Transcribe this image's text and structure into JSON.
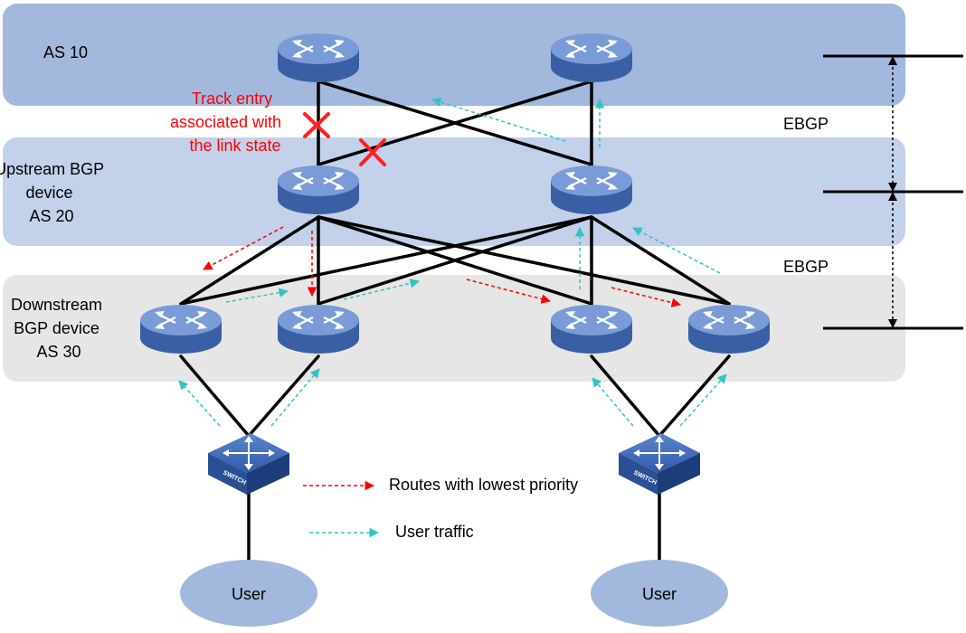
{
  "zones": {
    "as10": "AS 10",
    "upstream": [
      "Upstream BGP",
      "device",
      "AS 20"
    ],
    "downstream": [
      "Downstream",
      "BGP device",
      "AS 30"
    ]
  },
  "track_note": [
    "Track entry",
    "associated with",
    "the link state"
  ],
  "ebgp_top": "EBGP",
  "ebgp_bottom": "EBGP",
  "legend": {
    "routes": "Routes with lowest priority",
    "traffic": "User traffic"
  },
  "switch_label": "SWITCH",
  "users": [
    "User",
    "User"
  ],
  "colors": {
    "as10_band": "#a3b8dd",
    "as20_band": "#c3d1ea",
    "as30_band": "#e6e6e6",
    "router": "#5a7ec0",
    "route_arrow": "#ff0000",
    "traffic_arrow": "#33c3c3",
    "user_ellipse": "#a3b8dd"
  },
  "icons": [
    "router-icon",
    "switch-icon",
    "link-failure-x-icon"
  ]
}
